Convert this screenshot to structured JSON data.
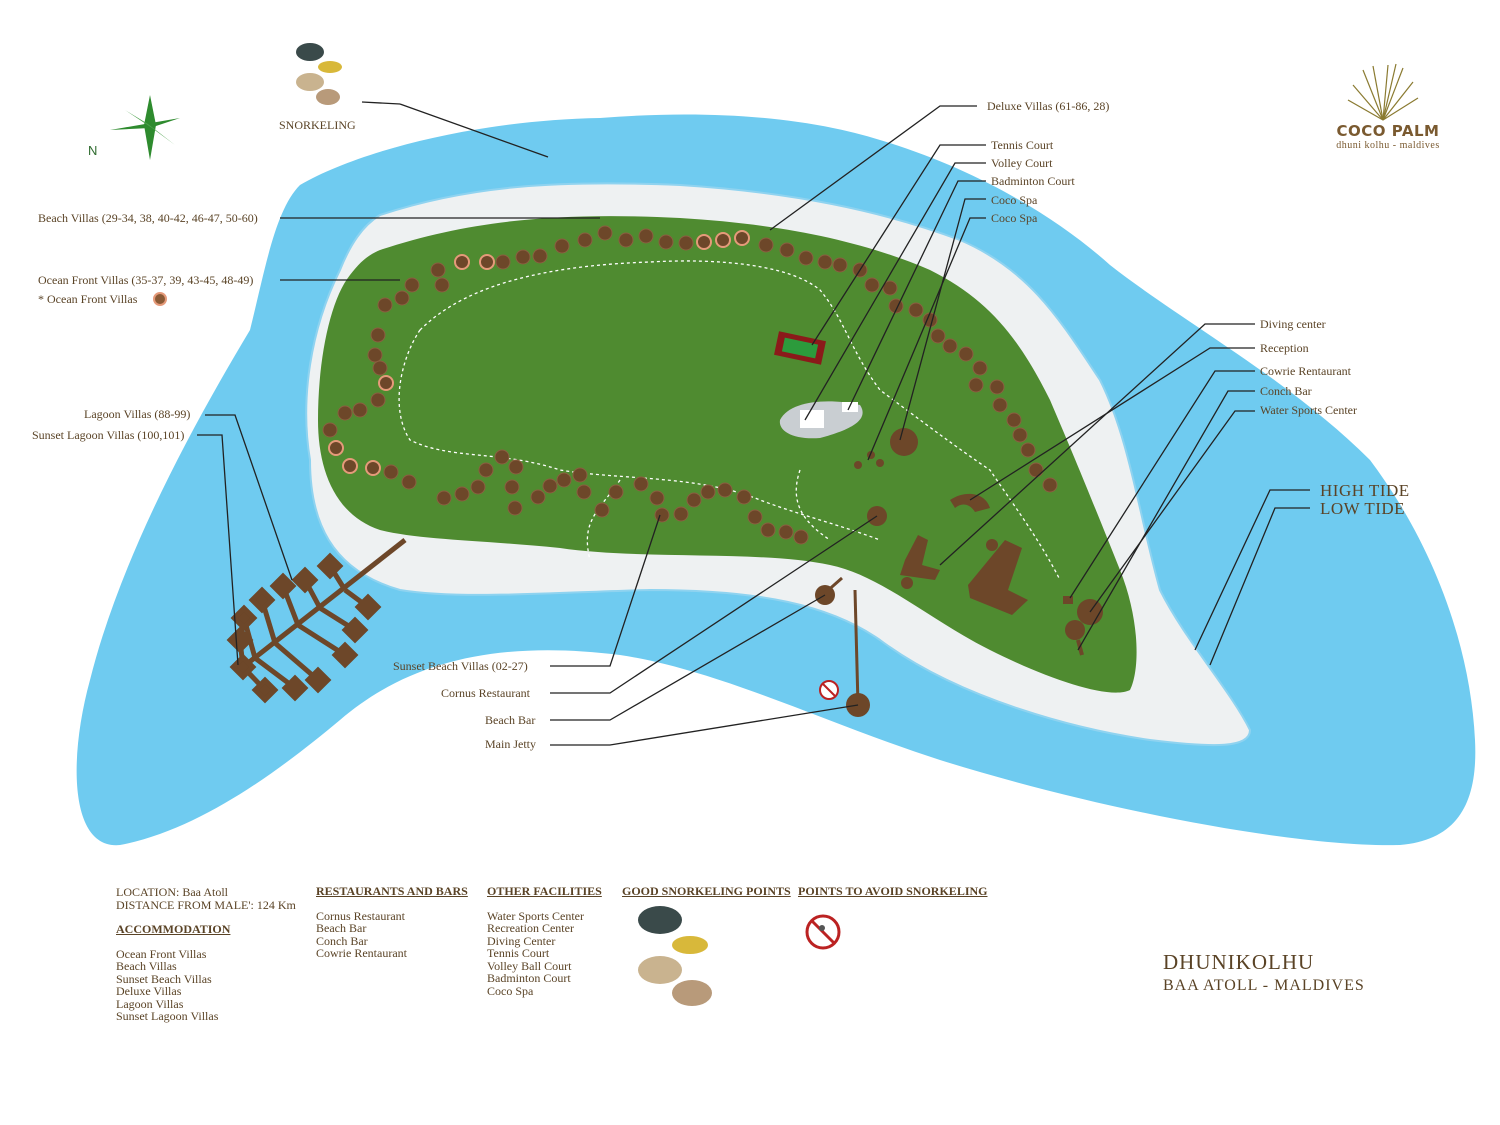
{
  "colors": {
    "ocean": "#6fcbf0",
    "sand": "#eef1f2",
    "island": "#4f8b30",
    "villa": "#6d4729",
    "text": "#5a4326"
  },
  "top_label": "SNORKELING",
  "compass": {
    "letter": "N"
  },
  "logo": {
    "brand": "COCO PALM",
    "tagline": "dhuni kolhu - maldives"
  },
  "labels": {
    "deluxe": "Deluxe Villas (61-86, 28)",
    "tennis": "Tennis Court",
    "volley": "Volley Court",
    "badminton": "Badminton Court",
    "spa1": "Coco Spa",
    "spa2": "Coco Spa",
    "beach_villas": "Beach Villas (29-34, 38, 40-42, 46-47, 50-60)",
    "ocean_front": "Ocean Front Villas (35-37, 39, 43-45, 48-49)",
    "ocean_front_note": "* Ocean Front Villas",
    "lagoon": "Lagoon Villas (88-99)",
    "sunset_lagoon": "Sunset Lagoon Villas (100,101)",
    "diving": "Diving center",
    "reception": "Reception",
    "cowrie": "Cowrie Rentaurant",
    "conch": "Conch Bar",
    "water_sports": "Water Sports Center",
    "high_tide": "HIGH TIDE",
    "low_tide": "LOW TIDE",
    "sunset_beach": "Sunset Beach Villas (02-27)",
    "cornus": "Cornus Restaurant",
    "beach_bar": "Beach Bar",
    "main_jetty": "Main Jetty"
  },
  "legend": {
    "location": "LOCATION: Baa Atoll",
    "distance": "DISTANCE FROM MALE': 124 Km",
    "accommodation": {
      "title": "ACCOMMODATION",
      "items": [
        "Ocean Front Villas",
        "Beach Villas",
        "Sunset Beach Villas",
        "Deluxe Villas",
        "Lagoon Villas",
        "Sunset Lagoon Villas"
      ]
    },
    "restaurants": {
      "title": "RESTAURANTS AND BARS",
      "items": [
        "Cornus Restaurant",
        "Beach Bar",
        "Conch Bar",
        "Cowrie Rentaurant"
      ]
    },
    "facilities": {
      "title": "OTHER FACILITIES",
      "items": [
        "Water Sports Center",
        "Recreation Center",
        "Diving Center",
        "Tennis Court",
        "Volley Ball Court",
        "Badminton Court",
        "Coco Spa"
      ]
    },
    "good_snorkel": {
      "title": "GOOD SNORKELING POINTS"
    },
    "avoid_snorkel": {
      "title": "POINTS TO AVOID SNORKELING"
    }
  },
  "title": {
    "line1": "DHUNIKOLHU",
    "line2": "BAA ATOLL - MALDIVES"
  }
}
